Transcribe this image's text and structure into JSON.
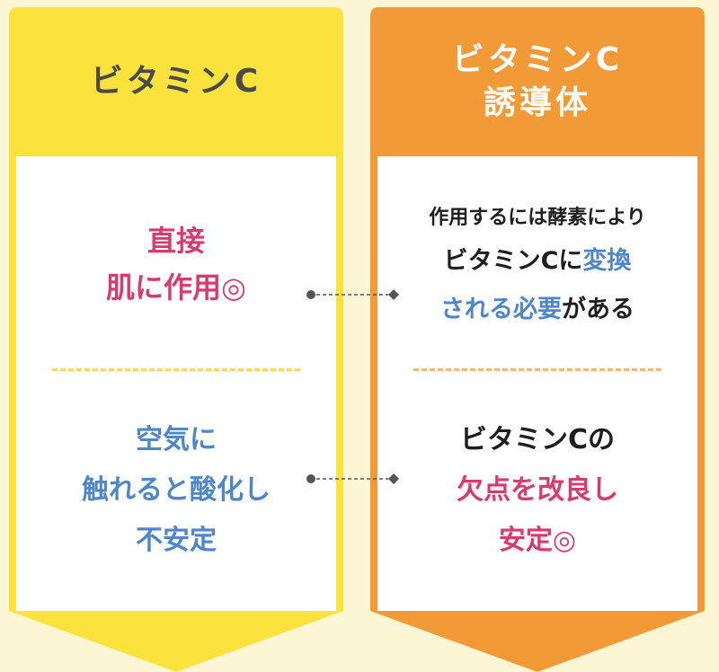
{
  "colors": {
    "left_frame": "#fce23c",
    "right_frame": "#f39a38",
    "pink": "#d83c6e",
    "blue": "#4f86c8",
    "dark": "#1f1f1f",
    "connector": "#555555"
  },
  "left": {
    "header": [
      "ビタミンC"
    ],
    "top": [
      "直接",
      "肌に作用◎"
    ],
    "bottom": [
      "空気に",
      "触れると酸化し",
      "不安定"
    ]
  },
  "right": {
    "header": [
      "ビタミンC",
      "誘導体"
    ],
    "top": {
      "line1": "作用するには酵素により",
      "line2a": "ビタミンCに",
      "line2b": "変換",
      "line3a": "される必要",
      "line3b": "がある"
    },
    "bottom": [
      "ビタミンCの",
      "欠点を改良し",
      "安定◎"
    ]
  }
}
